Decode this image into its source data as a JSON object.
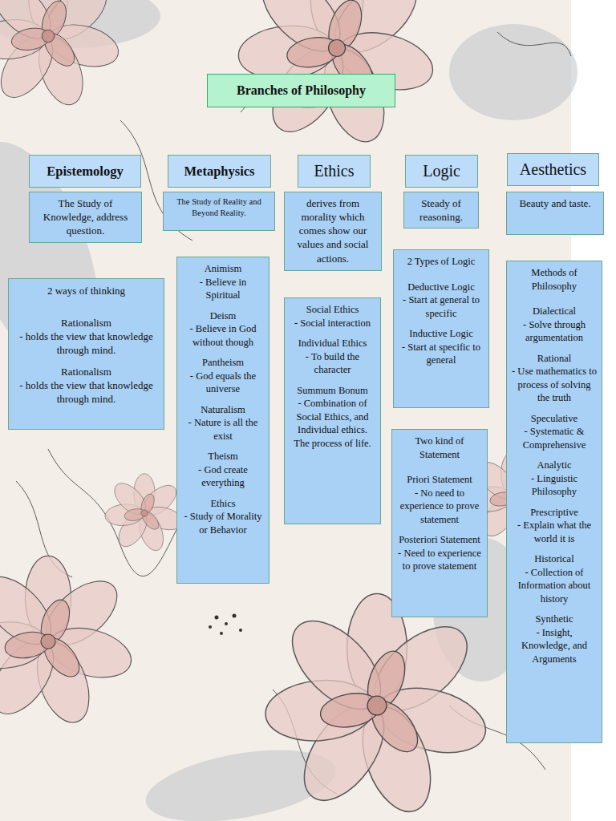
{
  "diagram": {
    "nodes": [
      {
        "text": [
          "Branches of Philosophy"
        ]
      },
      {
        "text": [
          "Epistemology"
        ]
      },
      {
        "text": [
          "Metaphysics"
        ]
      },
      {
        "text": [
          "Ethics"
        ]
      },
      {
        "text": [
          "Logic"
        ]
      },
      {
        "text": [
          "Aesthetics"
        ]
      },
      {
        "text": [
          "The Study of Knowledge, address question."
        ]
      },
      {
        "text": [
          "The Study of Reality and Beyond Reality."
        ]
      },
      {
        "text": [
          "derives from morality which comes show our values and social actions."
        ]
      },
      {
        "text": [
          "Steady of reasoning."
        ]
      },
      {
        "text": [
          "Beauty and taste."
        ]
      },
      {
        "text": [
          "2 ways of thinking",
          "Rationalism",
          "- holds the view that knowledge through mind.",
          "Rationalism",
          "- holds the view that knowledge through mind."
        ]
      },
      {
        "text": [
          "Animism",
          "- Believe in Spiritual",
          "Deism",
          "- Believe in God without though",
          "Pantheism",
          "- God equals the universe",
          "Naturalism",
          "- Nature is all the exist",
          "Theism",
          "- God create everything",
          "Ethics",
          "- Study of Morality or Behavior"
        ]
      },
      {
        "text": [
          "Social Ethics",
          "- Social interaction",
          "Individual Ethics",
          "- To build the character",
          "Summum Bonum",
          "- Combination of Social Ethics, and Individual ethics. The process of life."
        ]
      },
      {
        "text": [
          "2 Types of Logic",
          "Deductive Logic",
          "- Start at general to specific",
          "Inductive Logic",
          "- Start at specific to general"
        ]
      },
      {
        "text": [
          "Methods of Philosophy",
          "Dialectical",
          "- Solve through argumentation",
          "Rational",
          "- Use mathematics to process of solving the truth",
          "Speculative",
          "- Systematic & Comprehensive",
          "Analytic",
          "- Linguistic Philosophy",
          "Prescriptive",
          "- Explain what the world it is",
          "Historical",
          "- Collection of Information about history",
          "Synthetic",
          "- Insight, Knowledge, and Arguments"
        ]
      },
      {
        "text": [
          "Two kind of Statement",
          "Priori Statement",
          "- No need to experience to prove statement",
          "Posteriori Statement",
          "- Need to experience to prove statement"
        ]
      }
    ]
  }
}
